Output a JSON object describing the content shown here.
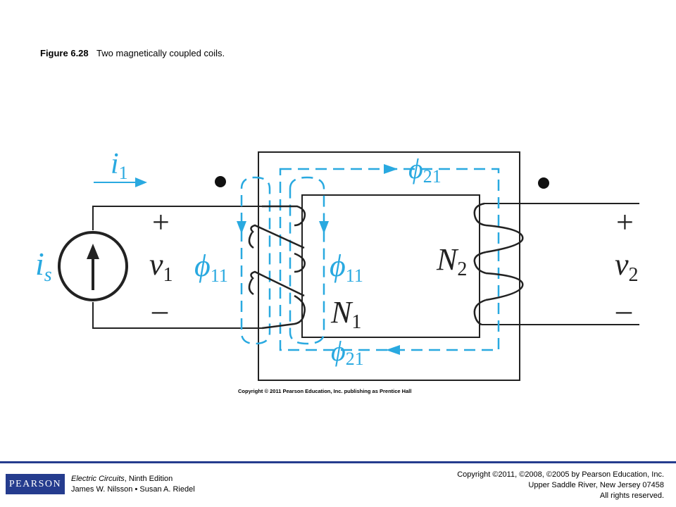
{
  "caption": {
    "number": "Figure 6.28",
    "text": "Two magnetically coupled coils."
  },
  "diagram": {
    "current_label": "i",
    "current_sub": "1",
    "source_label": "i",
    "source_sub": "s",
    "v1_label": "v",
    "v1_sub": "1",
    "v2_label": "v",
    "v2_sub": "2",
    "plus": "+",
    "minus": "–",
    "phi": "ϕ",
    "phi11_sub": "11",
    "phi21_sub": "21",
    "n1_label": "N",
    "n1_sub": "1",
    "n2_label": "N",
    "n2_sub": "2",
    "flux_color": "#29a9e0"
  },
  "figure_copyright": "Copyright © 2011 Pearson Education, Inc. publishing as Prentice Hall",
  "footer": {
    "logo": "PEARSON",
    "book_title": "Electric Circuits",
    "book_edition": ", Ninth Edition",
    "authors": "James W. Nilsson • Susan A. Riedel",
    "pub_line1": "Copyright ©2011, ©2008, ©2005 by Pearson Education, Inc.",
    "pub_line2": "Upper Saddle River, New Jersey 07458",
    "pub_line3": "All rights reserved."
  },
  "colors": {
    "brand": "#253c8e",
    "flux": "#29a9e0"
  }
}
